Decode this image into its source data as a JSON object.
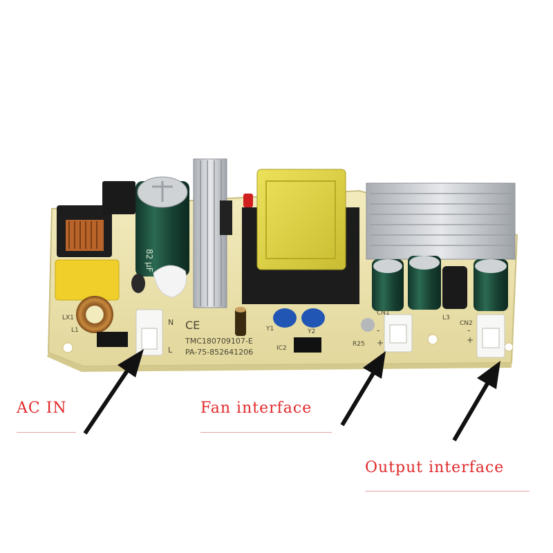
{
  "colors": {
    "label_red": "#e0282a",
    "underline_red": "#e8a0a0",
    "pcb": "#eee6b0",
    "pcb_edge": "#d9cf92",
    "capacitor": "#1f4a3a",
    "heatsink": "#c9ccd0",
    "transformer": "#e3d84a",
    "arrow": "#111111"
  },
  "labels": {
    "ac_in": "AC IN",
    "fan_interface": "Fan interface",
    "output_interface": "Output interface"
  },
  "board_markings": {
    "model_line_1": "TMC180709107-E",
    "model_line_2": "PA-75-852641206",
    "ce_mark": "CE",
    "cap_rating": "82 μF",
    "n_pin": "N",
    "l_pin": "L",
    "ic2": "IC2",
    "r25": "R25",
    "cn1": "CN1",
    "cn2": "CN2",
    "y1": "Y1",
    "y2": "Y2",
    "lx1": "LX1",
    "l1": "L1",
    "l3": "L3",
    "plus": "+",
    "minus": "-"
  }
}
